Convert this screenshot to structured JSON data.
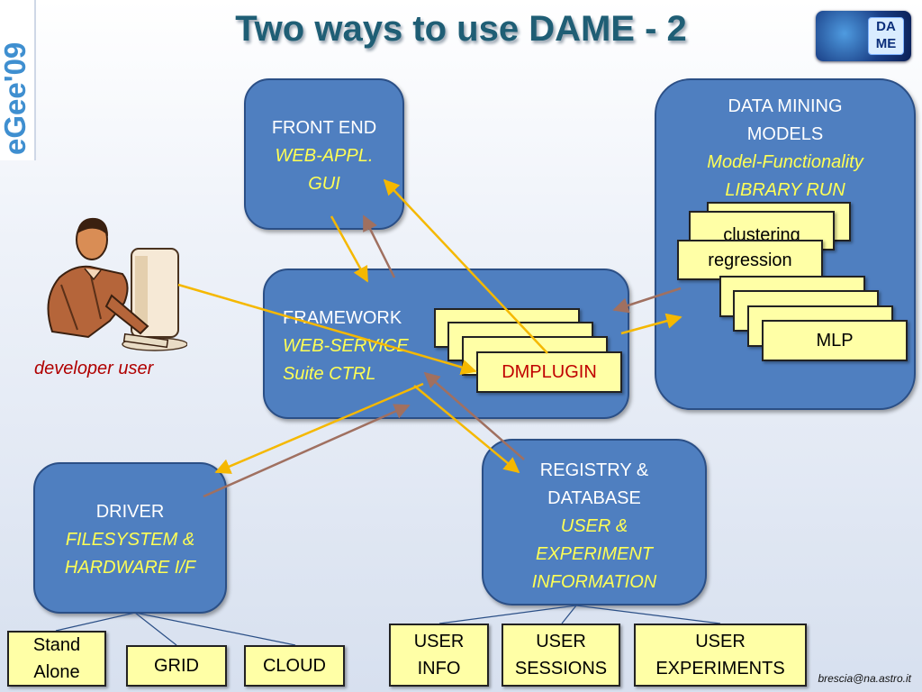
{
  "title": "Two ways to use DAME - 2",
  "logo_left_text": "eGee'09",
  "logo_right_text": [
    "DA",
    "ME"
  ],
  "front_end": {
    "line1": "FRONT END",
    "line2": "WEB-APPL.",
    "line3": "GUI"
  },
  "data_mining": {
    "line1": "DATA MINING",
    "line2": "MODELS",
    "line3": "Model-Functionality",
    "line4": "LIBRARY RUN"
  },
  "models": {
    "clustering": "clustering",
    "regression": "regression",
    "mlp": "MLP"
  },
  "framework": {
    "line1": "FRAMEWORK",
    "line2": "WEB-SERVICE",
    "line3": "Suite CTRL"
  },
  "dmplugin": "DMPLUGIN",
  "developer_user": "developer user",
  "driver": {
    "line1": "DRIVER",
    "line2": "FILESYSTEM &",
    "line3": "HARDWARE I/F"
  },
  "registry": {
    "line1": "REGISTRY &",
    "line2": "DATABASE",
    "line3": "USER &",
    "line4": "EXPERIMENT",
    "line5": "INFORMATION"
  },
  "bottom": {
    "stand_alone": "Stand Alone",
    "grid": "GRID",
    "cloud": "CLOUD",
    "user_info": "USER INFO",
    "user_sessions": "USER SESSIONS",
    "user_experiments": "USER EXPERIMENTS"
  },
  "email": "brescia@na.astro.it",
  "colors": {
    "box_blue": "#4f7fc0",
    "yellow_box": "#ffffa6",
    "yellow_text": "#ffff55",
    "arrow_yellow": "#f5b800",
    "arrow_brown": "#a07060",
    "title": "#1f5e75",
    "dev_label": "#b00000"
  }
}
